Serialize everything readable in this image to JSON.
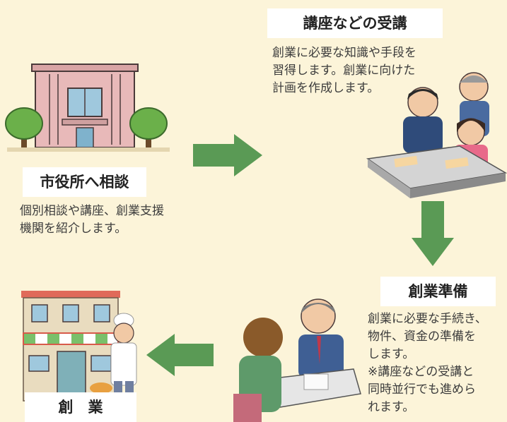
{
  "steps": {
    "consult": {
      "title": "市役所へ相談",
      "desc": [
        "個別相談や講座、創業支援",
        "機関を紹介します。"
      ]
    },
    "course": {
      "title": "講座などの受講",
      "desc": [
        "創業に必要な知識や手段を",
        "習得します。創業に向けた",
        "計画を作成します。"
      ]
    },
    "prepare": {
      "title": "創業準備",
      "desc": [
        "創業に必要な手続き、",
        "物件、資金の準備を",
        "します。",
        "※講座などの受講と",
        "同時並行でも進めら",
        "れます。"
      ]
    },
    "launch": {
      "title": "創　業"
    }
  },
  "colors": {
    "background": "#fcf4d9",
    "arrow": "#5a9a55",
    "title_box": "#ffffff"
  }
}
